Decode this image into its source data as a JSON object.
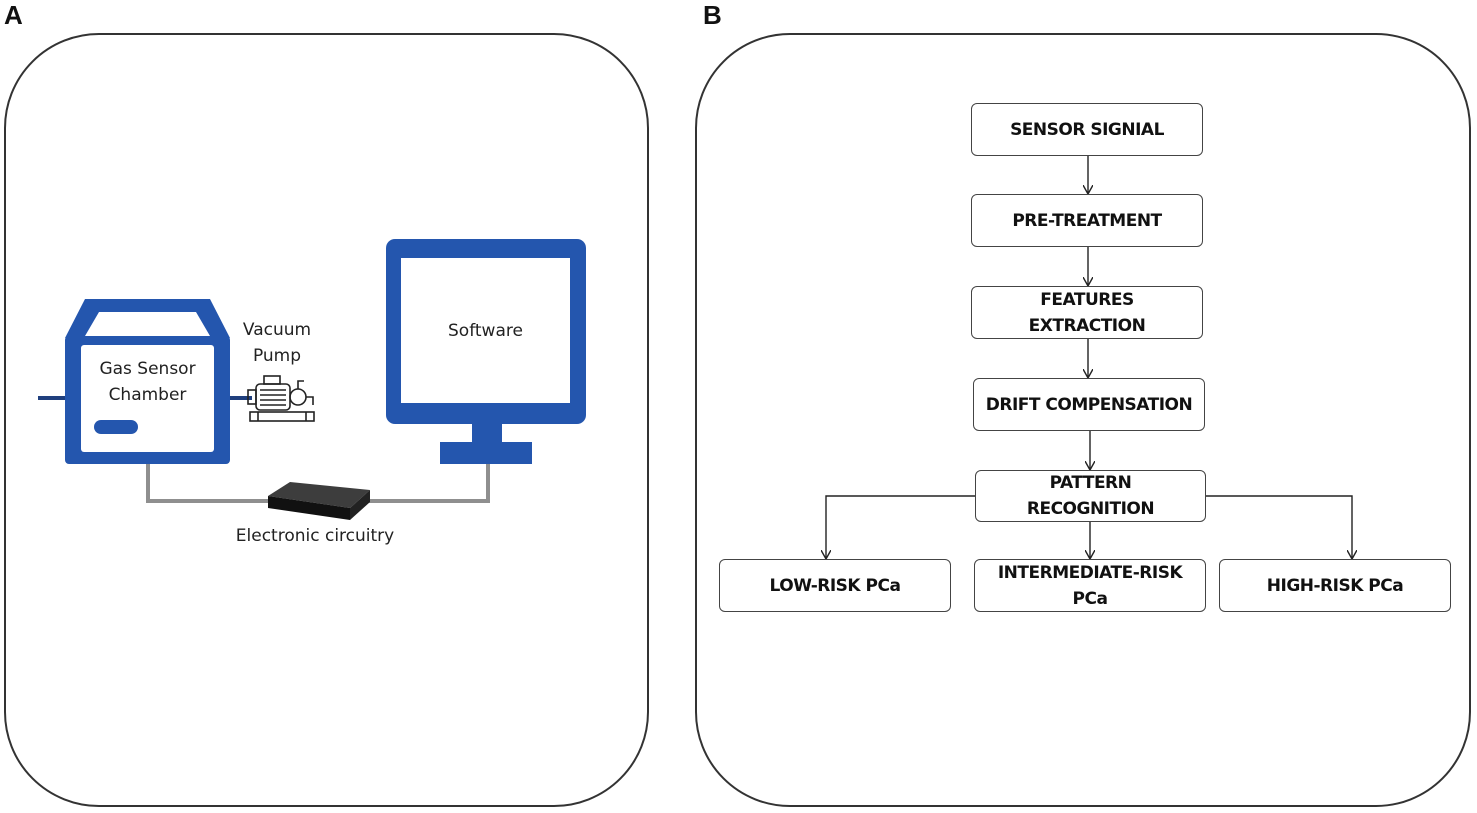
{
  "panel_a": {
    "letter": "A",
    "chamber_label_line1": "Gas Sensor",
    "chamber_label_line2": "Chamber",
    "pump_label_line1": "Vacuum",
    "pump_label_line2": "Pump",
    "software_label": "Software",
    "circuit_label": "Electronic circuitry"
  },
  "panel_b": {
    "letter": "B",
    "steps": {
      "sensor": "SENSOR SIGNIAL",
      "pretreatment": "PRE-TREATMENT",
      "features_line1": "FEATURES",
      "features_line2": "EXTRACTION",
      "drift": "DRIFT COMPENSATION",
      "pattern_line1": "PATTERN",
      "pattern_line2": "RECOGNITION"
    },
    "outcomes": {
      "low": "LOW-RISK PCa",
      "intermediate_line1": "INTERMEDIATE-RISK",
      "intermediate_line2": "PCa",
      "high": "HIGH-RISK PCa"
    }
  },
  "colors": {
    "device_blue": "#2456ae",
    "device_dark_blue": "#1f3f7e",
    "cable_gray": "#8f8f8f"
  }
}
